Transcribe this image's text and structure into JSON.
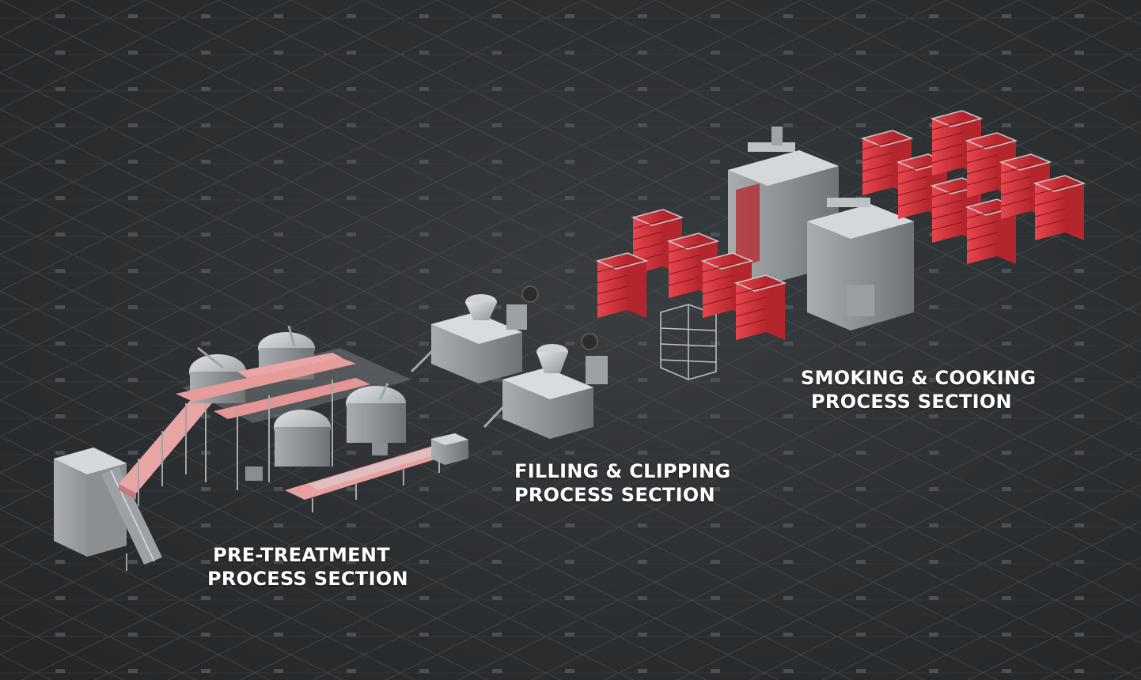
{
  "sections": [
    {
      "id": "pre",
      "line1": "PRE-TREATMENT",
      "line2": "PROCESS SECTION"
    },
    {
      "id": "fill",
      "line1": "FILLING & CLIPPING",
      "line2": "PROCESS SECTION"
    },
    {
      "id": "smoke",
      "line1": "SMOKING & COOKING",
      "line2": "PROCESS SECTION"
    }
  ],
  "colors": {
    "background": "#2e3133",
    "steel": "#b9bcbf",
    "steel_dark": "#7d8184",
    "accent_red": "#d9363e",
    "conveyor_pink": "#e8a3a3"
  }
}
